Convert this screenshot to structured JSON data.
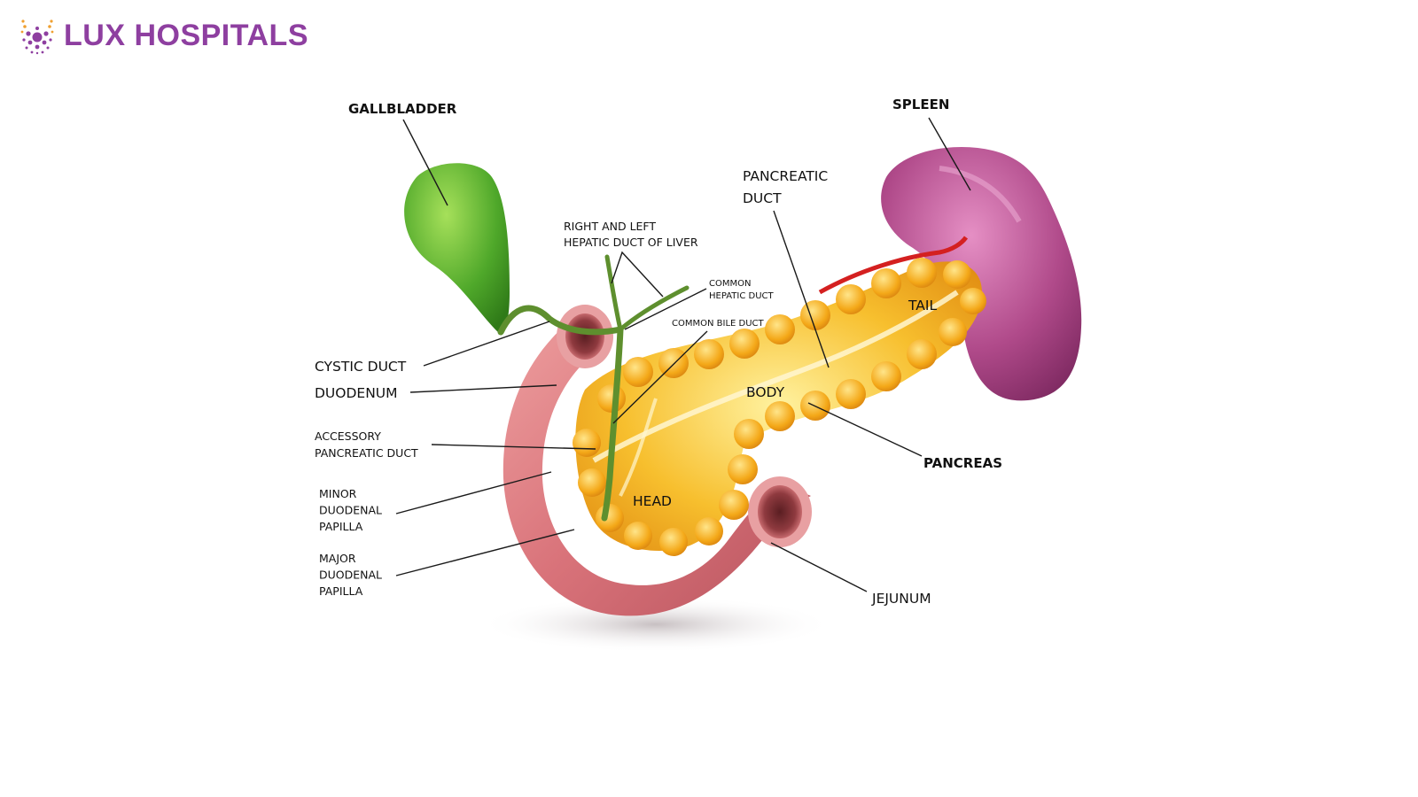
{
  "brand": {
    "name": "LUX HOSPITALS",
    "color": "#8e3fa0",
    "logo_icon": "lux-hospitals-dots-icon"
  },
  "labels": {
    "gallbladder": "GALLBLADDER",
    "spleen": "SPLEEN",
    "pancreatic_duct": [
      "PANCREATIC",
      "DUCT"
    ],
    "hepatic_duct": [
      "RIGHT AND LEFT",
      "HEPATIC DUCT OF LIVER"
    ],
    "common_hepatic_duct": [
      "COMMON",
      "HEPATIC DUCT"
    ],
    "common_bile_duct": "COMMON BILE DUCT",
    "tail": "TAIL",
    "cystic_duct": "CYSTIC DUCT",
    "duodenum": "DUODENUM",
    "body": "BODY",
    "accessory_pancreatic_duct": [
      "ACCESSORY",
      "PANCREATIC DUCT"
    ],
    "pancreas": "PANCREAS",
    "minor_duodenal_papilla": [
      "MINOR",
      "DUODENAL",
      "PAPILLA"
    ],
    "head": "HEAD",
    "major_duodenal_papilla": [
      "MAJOR",
      "DUODENAL",
      "PAPILLA"
    ],
    "jejunum": "JEJUNUM"
  },
  "colors": {
    "gallbladder": "#4fa82a",
    "spleen": "#b04a8a",
    "pancreas": "#f2a516",
    "duodenum": "#d9737a",
    "bile_duct": "#5e8f2e",
    "artery": "#d42020"
  }
}
